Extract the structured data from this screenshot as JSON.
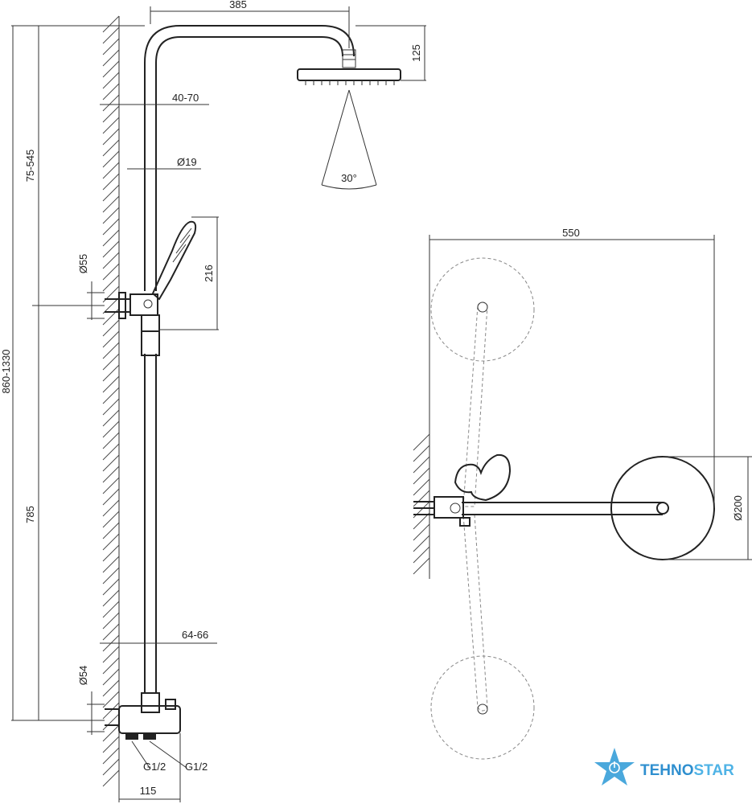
{
  "dimensions": {
    "arm_length": "385",
    "head_height": "125",
    "wall_offset_top": "40-70",
    "pipe_diameter": "Ø19",
    "spray_angle": "30°",
    "top_range": "75-545",
    "total_height": "860-1330",
    "hand_shower_length": "216",
    "holder_flange": "Ø55",
    "lower_height": "785",
    "wall_offset_bottom": "64-66",
    "mixer_flange": "Ø54",
    "inlet_left": "G1/2",
    "inlet_right": "G1/2",
    "mixer_depth": "115",
    "plan_width": "550",
    "head_diameter": "Ø200"
  },
  "logo": {
    "part1": "TEHNO",
    "part2": "STAR",
    "colors": {
      "star": "#4aa8dc",
      "text1": "#2f8fcf",
      "text2": "#4fb3e6"
    }
  }
}
